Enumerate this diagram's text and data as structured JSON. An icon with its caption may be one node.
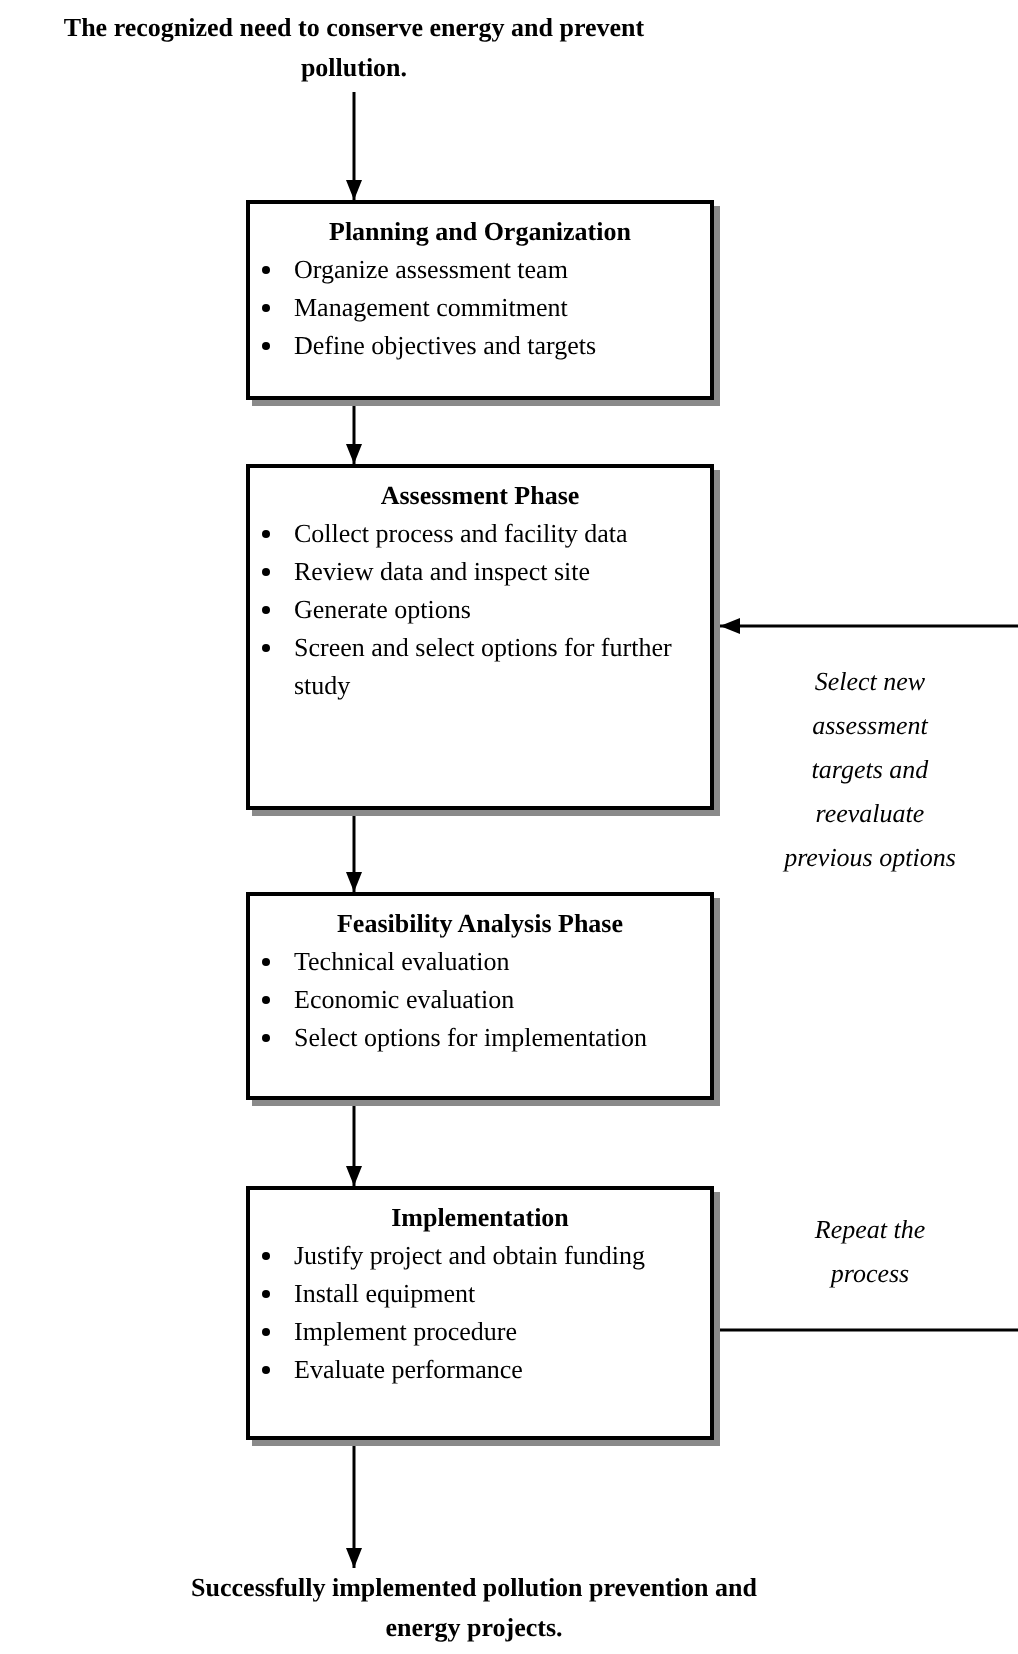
{
  "diagram": {
    "nodes": [
      {
        "text": [
          "The recognized need to conserve energy and prevent pollution."
        ]
      },
      {
        "text": [
          "Planning and Organization",
          "Organize assessment team",
          "Management commitment",
          "Define objectives and targets"
        ]
      },
      {
        "text": [
          "Assessment Phase",
          "Collect process and facility data",
          "Review data and inspect site",
          "Generate options",
          "Screen and select options for further study"
        ]
      },
      {
        "text": [
          "Feasibility Analysis Phase",
          "Technical evaluation",
          "Economic evaluation",
          "Select options for implementation"
        ]
      },
      {
        "text": [
          "Implementation",
          "Justify project and obtain funding",
          "Install equipment",
          "Implement procedure",
          "Evaluate performance"
        ]
      },
      {
        "text": [
          "Successfully implemented pollution prevention and energy projects."
        ]
      }
    ],
    "edges": [
      {
        "from": 0,
        "to": 1,
        "arrow": "to"
      },
      {
        "from": 1,
        "to": 2,
        "arrow": "to"
      },
      {
        "from": 2,
        "to": 3,
        "arrow": "to"
      },
      {
        "from": 3,
        "to": 4,
        "arrow": "to"
      },
      {
        "from": 4,
        "to": 5,
        "arrow": "to"
      },
      {
        "from": null,
        "to": 2,
        "arrow": "to"
      },
      {
        "from": 4,
        "to": null,
        "arrow": "none"
      }
    ],
    "labels": [
      "Select new assessment targets and reevaluate previous options",
      "Repeat the process"
    ]
  }
}
